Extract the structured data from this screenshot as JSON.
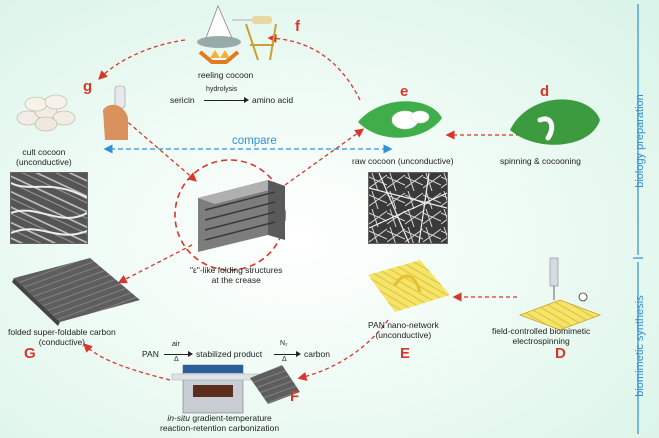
{
  "colors": {
    "arrow_red": "#d9362b",
    "compare_blue": "#2f8fd8",
    "side_blue": "#2f8fd8"
  },
  "side_labels": {
    "top": "biology preparation",
    "bottom": "biomimetic synthesis"
  },
  "compare_label": "compare",
  "letters": {
    "f": "f",
    "g": "g",
    "e": "e",
    "d": "d",
    "G": "G",
    "F": "F",
    "E": "E",
    "D": "D"
  },
  "labels": {
    "reeling": "reeling cocoon",
    "cult_line1": "cult cocoon",
    "cult_line2": "(unconductive)",
    "raw": "raw cocoon (unconductive)",
    "spinning": "spinning & cocooning",
    "crease_line1": "\"ε\"-like folding structures",
    "crease_line2": "at the crease",
    "folded_line1": "folded super-foldable carbon",
    "folded_line2": "(conductive)",
    "pan_line1": "PAN nano-network",
    "pan_line2": "(unconductive)",
    "field_line1": "field-controlled biomimetic",
    "field_line2": "electrospinning",
    "insitu_italic": "in-situ",
    "insitu_rest": " gradient-temperature",
    "insitu_line2": "reaction-retention carbonization"
  },
  "reaction_top": {
    "reactant": "sericin",
    "condition": "hydrolysis",
    "product": "amino acid"
  },
  "reaction_bottom": {
    "start": "PAN",
    "cond1_top": "air",
    "cond1_bottom": "Δ",
    "middle": "stabilized product",
    "cond2_top": "N₂",
    "cond2_bottom": "Δ",
    "end": "carbon"
  }
}
